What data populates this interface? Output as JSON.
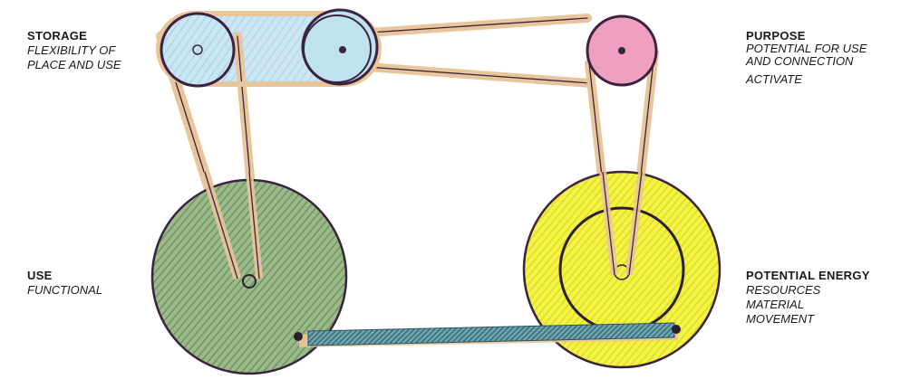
{
  "labels": {
    "storage": {
      "title": "STORAGE",
      "lines": [
        "FLEXIBILITY OF",
        "PLACE AND USE"
      ]
    },
    "purpose": {
      "title": "PURPOSE",
      "lines": [
        "POTENTIAL FOR USE",
        "AND CONNECTION",
        "ACTIVATE"
      ]
    },
    "use": {
      "title": "USE",
      "lines": [
        "FUNCTIONAL"
      ]
    },
    "energy": {
      "title": "POTENTIAL ENERGY",
      "lines": [
        "RESOURCES",
        "MATERIAL",
        "MOVEMENT"
      ]
    }
  },
  "colors": {
    "belt": "#e9c59c",
    "outline": "#3b2340",
    "storage_fill": "#bfe2f0",
    "purpose_fill": "#ef9fbf",
    "use_fill": "#86a874",
    "energy_fill": "#eaea2a",
    "rod_fill": "#4f8e9c"
  }
}
